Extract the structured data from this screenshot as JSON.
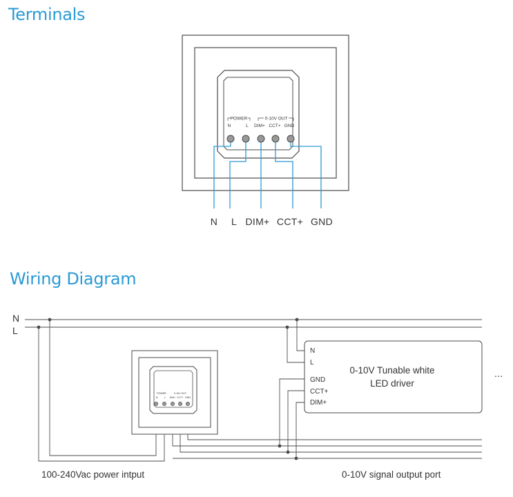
{
  "terminals": {
    "heading": "Terminals",
    "header_power": "POWER",
    "header_out": "0-10V OUT",
    "pin_labels": [
      "N",
      "L",
      "DIM+",
      "CCT+",
      "GND"
    ],
    "wire_labels": [
      "N",
      "L",
      "DIM+",
      "CCT+",
      "GND"
    ]
  },
  "wiring": {
    "heading": "Wiring Diagram",
    "bus_labels": [
      "N",
      "L"
    ],
    "driver_label_line1": "0-10V Tunable white",
    "driver_label_line2": "LED driver",
    "driver_terminals": [
      "N",
      "L",
      "GND",
      "CCT+",
      "DIM+"
    ],
    "more": "...",
    "caption_left": "100-240Vac power intput",
    "caption_right": "0-10V signal output port"
  },
  "colors": {
    "wire": "#2a9ad4",
    "line": "#4a4a4a",
    "terminal_fill": "#999999",
    "heading": "#2a9ad4"
  }
}
